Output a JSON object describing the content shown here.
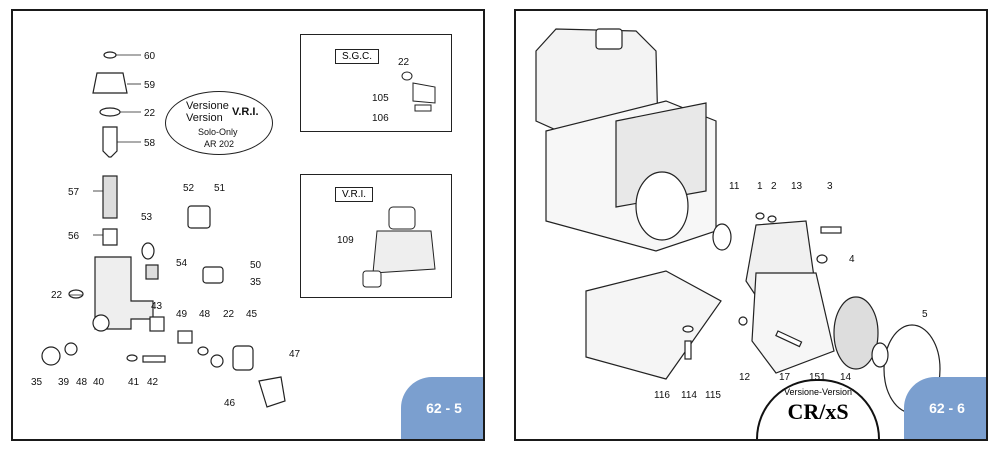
{
  "left_page": {
    "badge": "62 - 5",
    "vri_oval": {
      "line1": "Versione",
      "line2": "Version",
      "code": "V.R.I.",
      "solo": "Solo-Only",
      "ref": "AR 202"
    },
    "sgc_box": {
      "title": "S.G.C.",
      "labels": [
        "22",
        "105",
        "106"
      ]
    },
    "vri_box": {
      "title": "V.R.I.",
      "labels": [
        "109"
      ]
    },
    "labels": [
      "60",
      "59",
      "22",
      "58",
      "57",
      "56",
      "52",
      "51",
      "53",
      "54",
      "50",
      "35",
      "22",
      "43",
      "49",
      "48",
      "22",
      "45",
      "47",
      "35",
      "39",
      "48",
      "40",
      "41",
      "42",
      "46"
    ]
  },
  "right_page": {
    "badge": "62 - 6",
    "stamp": {
      "line1": "Versione-Version",
      "line2": "CR/xS"
    },
    "labels": [
      "11",
      "1",
      "2",
      "13",
      "3",
      "4",
      "5",
      "12",
      "17",
      "151",
      "14",
      "116",
      "114",
      "115"
    ]
  }
}
